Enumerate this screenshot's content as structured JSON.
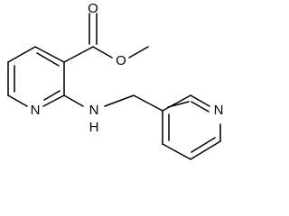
{
  "molecule": {
    "atoms": {
      "o_carbonyl": "O",
      "o_ester": "O",
      "n_pyridine_1": "N",
      "n_amine": "N",
      "n_amine_h": "H",
      "n_pyridine_2": "N"
    }
  }
}
